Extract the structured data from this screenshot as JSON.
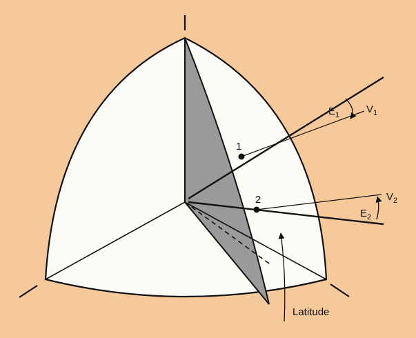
{
  "figure": {
    "colors": {
      "background": "#f6c99a",
      "face": "#fdfdf8",
      "shaded_plane": "#9a9a9a",
      "line": "#111111"
    },
    "points": {
      "point_1": "1",
      "point_2": "2"
    },
    "labels": {
      "e1": {
        "main": "E",
        "sub": "1"
      },
      "v1": {
        "main": "V",
        "sub": "1"
      },
      "e2": {
        "main": "E",
        "sub": "2"
      },
      "v2": {
        "main": "V",
        "sub": "2"
      },
      "latitude": "Latitude"
    }
  }
}
